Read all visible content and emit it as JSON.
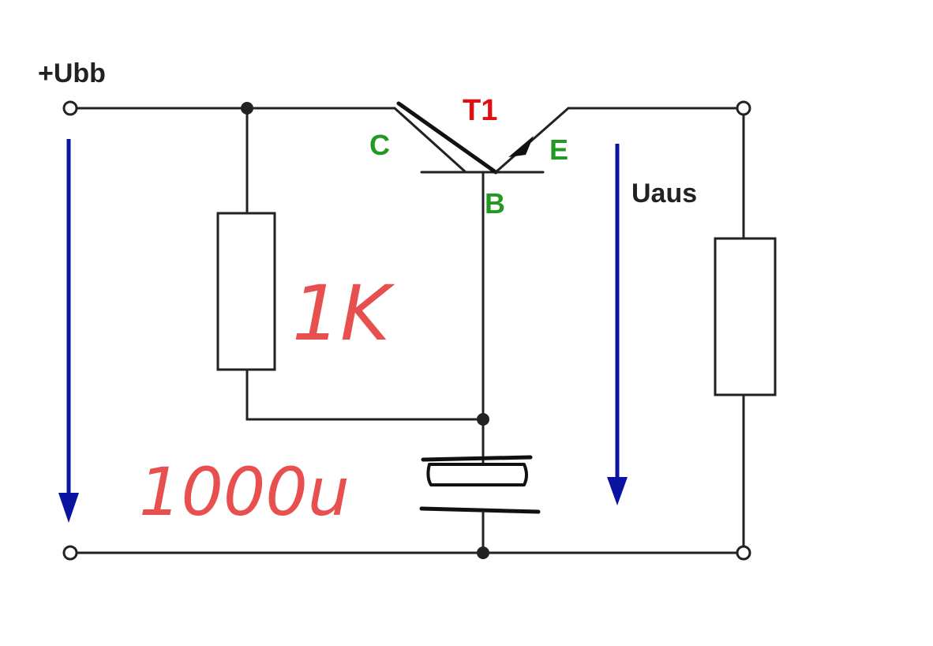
{
  "labels": {
    "supply": "+Ubb",
    "transistor": "T1",
    "collector": "C",
    "emitter": "E",
    "base": "B",
    "output": "Uaus",
    "resistor_value": "1K",
    "capacitor_value": "1000u"
  },
  "colors": {
    "wire": "#222222",
    "arrow": "#0a14a0",
    "transistor_label": "#e01010",
    "pin_labels": "#229922",
    "handwriting": "#e85050"
  }
}
